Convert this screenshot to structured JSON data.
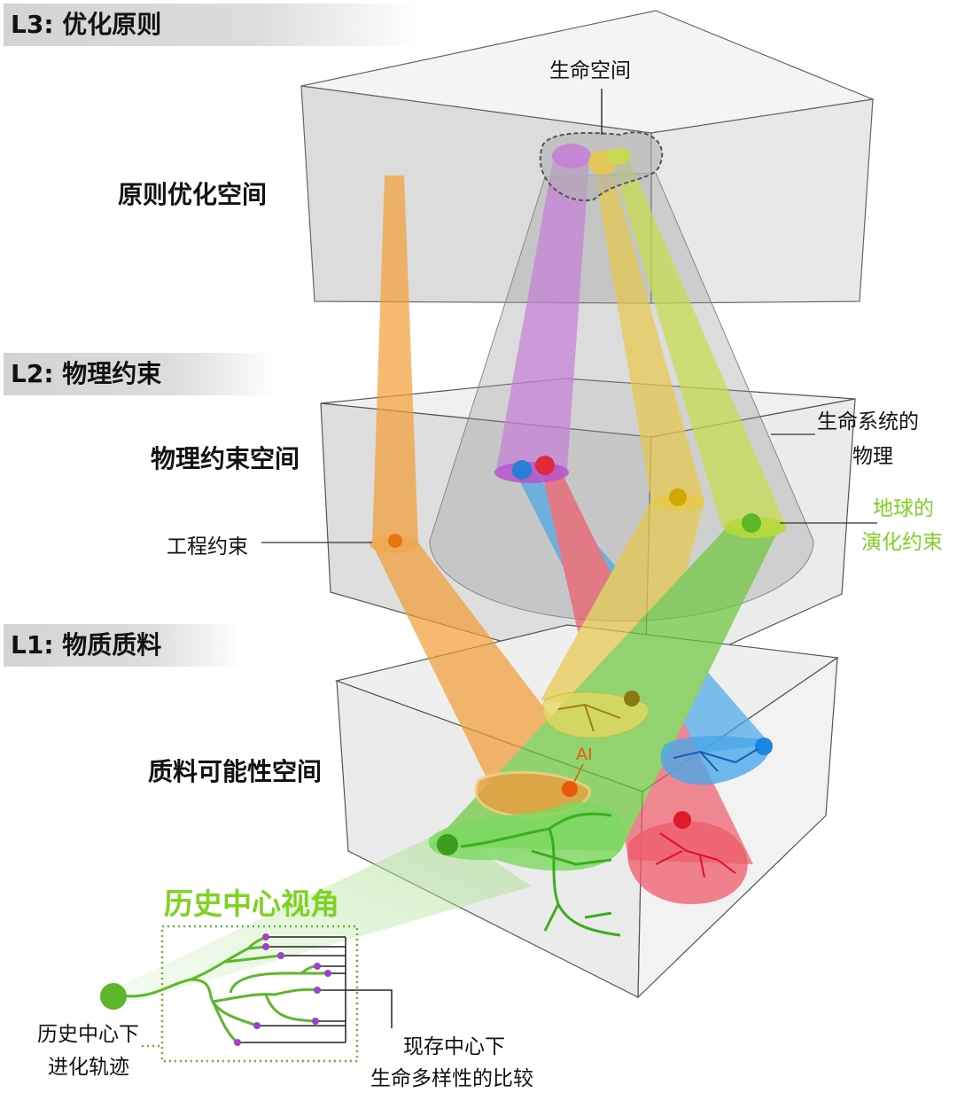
{
  "levels": [
    {
      "tag": "L3:",
      "name": "优化原则",
      "space": "原则优化空间"
    },
    {
      "tag": "L2:",
      "name": "物理约束",
      "space": "物理约束空间"
    },
    {
      "tag": "L1:",
      "name": "物质质料",
      "space": "质料可能性空间"
    }
  ],
  "labels": {
    "life_space": "生命空间",
    "life_physics_1": "生命系统的",
    "life_physics_2": "物理",
    "earth_1": "地球的",
    "earth_2": "演化约束",
    "engineering": "工程约束",
    "ai": "AI",
    "history_view": "历史中心视角",
    "history_traj_1": "历史中心下",
    "history_traj_2": "进化轨迹",
    "present_1": "现存中心下",
    "present_2": "生命多样性的比较"
  },
  "colors": {
    "orange": "#f39c34",
    "purple": "#c77ed8",
    "blue": "#4aa8e8",
    "red": "#ee5a6a",
    "yellow": "#e8c84a",
    "lime": "#c8dc4a",
    "green": "#6cc83a",
    "accent_green": "#7ed321"
  }
}
